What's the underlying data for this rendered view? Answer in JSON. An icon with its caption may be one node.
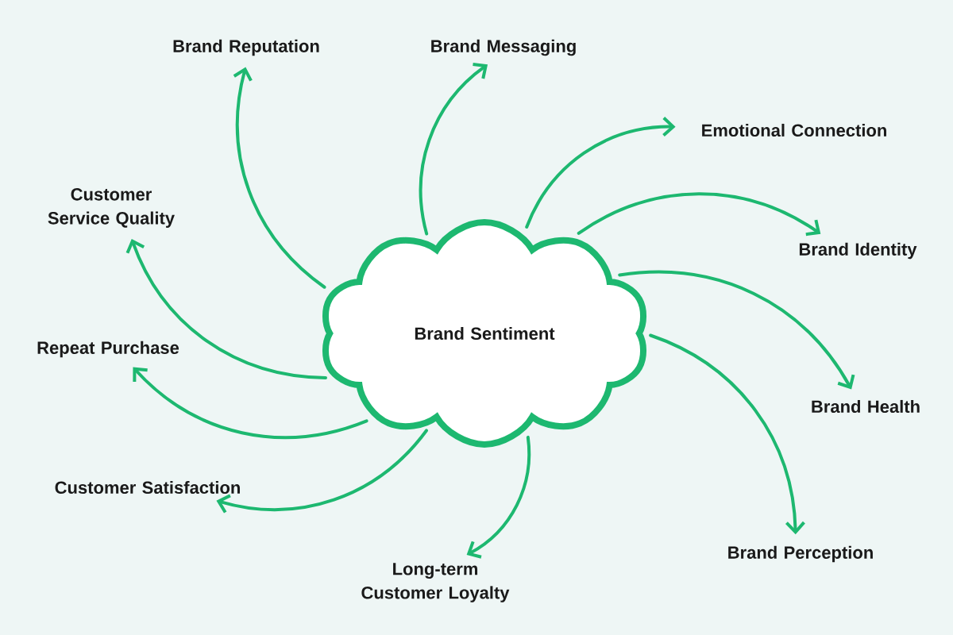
{
  "diagram": {
    "nodes": [
      {
        "text": [
          "Brand Sentiment"
        ]
      },
      {
        "text": [
          "Brand Reputation"
        ]
      },
      {
        "text": [
          "Brand Messaging"
        ]
      },
      {
        "text": [
          "Emotional Connection"
        ]
      },
      {
        "text": [
          "Customer Service Quality"
        ]
      },
      {
        "text": [
          "Brand Identity"
        ]
      },
      {
        "text": [
          "Repeat Purchase"
        ]
      },
      {
        "text": [
          "Brand Health"
        ]
      },
      {
        "text": [
          "Customer Satisfaction"
        ]
      },
      {
        "text": [
          "Brand Perception"
        ]
      },
      {
        "text": [
          "Long-term Customer Loyalty"
        ]
      }
    ],
    "edges": [
      {
        "from": 0,
        "to": 1,
        "arrow": "to"
      },
      {
        "from": 0,
        "to": 2,
        "arrow": "to"
      },
      {
        "from": 0,
        "to": 3,
        "arrow": "to"
      },
      {
        "from": 0,
        "to": 4,
        "arrow": "to"
      },
      {
        "from": 0,
        "to": 5,
        "arrow": "to"
      },
      {
        "from": 0,
        "to": 6,
        "arrow": "to"
      },
      {
        "from": 0,
        "to": 7,
        "arrow": "to"
      },
      {
        "from": 0,
        "to": 8,
        "arrow": "to"
      },
      {
        "from": 0,
        "to": 9,
        "arrow": "to"
      },
      {
        "from": 0,
        "to": 10,
        "arrow": "to"
      }
    ]
  }
}
